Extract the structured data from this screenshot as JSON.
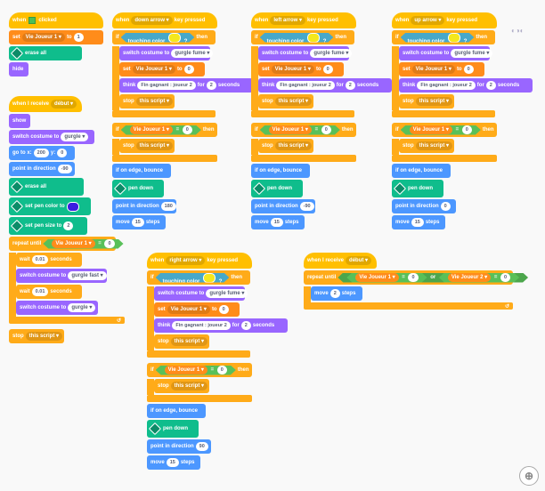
{
  "s1": {
    "hat": "when",
    "hat2": "clicked",
    "set": "set",
    "var": "Vie Joueur 1",
    "to": "to",
    "val": "1",
    "erase": "erase all",
    "hide": "hide"
  },
  "s2": {
    "hat": "when I receive",
    "msg": "début",
    "show": "show",
    "switch": "switch costume to",
    "costume": "gurgle",
    "goto": "go to x:",
    "x": "200",
    "y_lbl": "y:",
    "y": "0",
    "point": "point in direction",
    "dir": "-90",
    "erase": "erase all",
    "pencolor": "set pen color to",
    "pensize": "set pen size to",
    "size": "2",
    "repeat": "repeat until",
    "rvar": "Vie Joueur 1",
    "eq": "=",
    "rval": "0",
    "wait": "wait",
    "w1": "0.01",
    "sec": "seconds",
    "sw2": "switch costume to",
    "c2": "gurgle fast",
    "wait2": "wait",
    "w2": "0.01",
    "sec2": "seconds",
    "sw3": "switch costume to",
    "c3": "gurgle",
    "stop": "stop",
    "stopopt": "this script"
  },
  "s3": {
    "hat": "when",
    "key": "down arrow",
    "pressed": "key pressed",
    "if": "if",
    "touch": "touching color",
    "q": "?",
    "then": "then",
    "sw": "switch costume to",
    "c": "gurgle fume",
    "set": "set",
    "var": "Vie Joueur 1",
    "to": "to",
    "val": "0",
    "think": "think",
    "msg": "Fin gagnant : joueur 2",
    "for": "for",
    "n": "2",
    "sec": "seconds",
    "stop": "stop",
    "stopopt": "this script",
    "if2": "if",
    "v2": "Vie Joueur 1",
    "eq": "=",
    "z": "0",
    "then2": "then",
    "stop2": "stop",
    "stopopt2": "this script",
    "edge": "if on edge, bounce",
    "pendown": "pen down",
    "point": "point in direction",
    "dir": "180",
    "move": "move",
    "steps_n": "15",
    "steps": "steps"
  },
  "s4": {
    "hat": "when",
    "key": "left arrow",
    "pressed": "key pressed",
    "if": "if",
    "touch": "touching color",
    "q": "?",
    "then": "then",
    "sw": "switch costume to",
    "c": "gurgle fume",
    "set": "set",
    "var": "Vie Joueur 1",
    "to": "to",
    "val": "0",
    "think": "think",
    "msg": "Fin gagnant : joueur 2",
    "for": "for",
    "n": "2",
    "sec": "seconds",
    "stop": "stop",
    "stopopt": "this script",
    "if2": "if",
    "v2": "Vie Joueur 1",
    "eq": "=",
    "z": "0",
    "then2": "then",
    "stop2": "stop",
    "stopopt2": "this script",
    "edge": "if on edge, bounce",
    "pendown": "pen down",
    "point": "point in direction",
    "dir": "-90",
    "move": "move",
    "steps_n": "15",
    "steps": "steps"
  },
  "s5": {
    "hat": "when",
    "key": "up arrow",
    "pressed": "key pressed",
    "if": "if",
    "touch": "touching color",
    "q": "?",
    "then": "then",
    "sw": "switch costume to",
    "c": "gurgle fume",
    "set": "set",
    "var": "Vie Joueur 1",
    "to": "to",
    "val": "0",
    "think": "think",
    "msg": "Fin gagnant : joueur 2",
    "for": "for",
    "n": "2",
    "sec": "seconds",
    "stop": "stop",
    "stopopt": "this script",
    "if2": "if",
    "v2": "Vie Joueur 1",
    "eq": "=",
    "z": "0",
    "then2": "then",
    "stop2": "stop",
    "stopopt2": "this script",
    "edge": "if on edge, bounce",
    "pendown": "pen down",
    "point": "point in direction",
    "dir": "0",
    "move": "move",
    "steps_n": "15",
    "steps": "steps"
  },
  "s6": {
    "hat": "when",
    "key": "right arrow",
    "pressed": "key pressed",
    "if": "if",
    "touch": "touching color",
    "q": "?",
    "then": "then",
    "sw": "switch costume to",
    "c": "gurgle fume",
    "set": "set",
    "var": "Vie Joueur 1",
    "to": "to",
    "val": "0",
    "think": "think",
    "msg": "Fin gagnant : joueur 2",
    "for": "for",
    "n": "2",
    "sec": "seconds",
    "stop": "stop",
    "stopopt": "this script",
    "if2": "if",
    "v2": "Vie Joueur 1",
    "eq": "=",
    "z": "0",
    "then2": "then",
    "stop2": "stop",
    "stopopt2": "this script",
    "edge": "if on edge, bounce",
    "pendown": "pen down",
    "point": "point in direction",
    "dir": "90",
    "move": "move",
    "steps_n": "15",
    "steps": "steps"
  },
  "s7": {
    "hat": "when I receive",
    "msg": "début",
    "repeat": "repeat until",
    "v1": "Vie Joueur 1",
    "eq1": "=",
    "z1": "0",
    "or": "or",
    "v2": "Vie Joueur 2",
    "eq2": "=",
    "z2": "0",
    "move": "move",
    "n": "2",
    "steps": "steps"
  },
  "colors": {
    "yellow": "#f4e81d",
    "blue": "#3b1de0"
  },
  "icons": {
    "zoom": "zoom-in-icon"
  }
}
